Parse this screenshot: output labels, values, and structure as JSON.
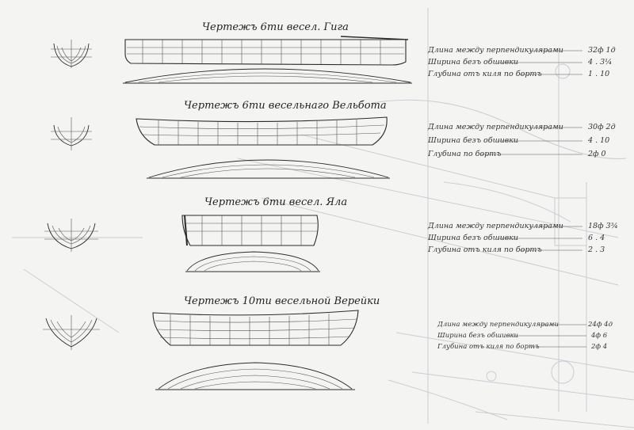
{
  "drawings": [
    {
      "title": "Чертежъ 6ти весел. Гига",
      "dimensions": [
        {
          "label": "Длина между перпендикулярами",
          "value": "32ф 1д"
        },
        {
          "label": "Ширина безъ обшивки",
          "value": "4 . 3¼"
        },
        {
          "label": "Глубина отъ киля по бортъ",
          "value": "1 . 10"
        }
      ]
    },
    {
      "title": "Чертежъ 6ти весельнаго Вельбота",
      "dimensions": [
        {
          "label": "Длина между перпендикулярами",
          "value": "30ф 2д"
        },
        {
          "label": "Ширина безъ обшивки",
          "value": "4 . 10"
        },
        {
          "label": "Глубина по бортъ",
          "value": "2ф 0"
        }
      ]
    },
    {
      "title": "Чертежъ 6ти весел. Яла",
      "dimensions": [
        {
          "label": "Длина между перпендикулярами",
          "value": "18ф 3¾"
        },
        {
          "label": "Ширина безъ обшивки",
          "value": "6 . 4"
        },
        {
          "label": "Глубина отъ киля по бортъ",
          "value": "2 . 3"
        }
      ]
    },
    {
      "title": "Чертежъ 10ти весельной Верейки",
      "dimensions": [
        {
          "label": "Длина между перпендикулярами",
          "value": "24ф 4д"
        },
        {
          "label": "Ширина безъ обшивки",
          "value": "4ф 6"
        },
        {
          "label": "Глубина отъ киля по бортъ",
          "value": "2ф 4"
        }
      ]
    }
  ]
}
